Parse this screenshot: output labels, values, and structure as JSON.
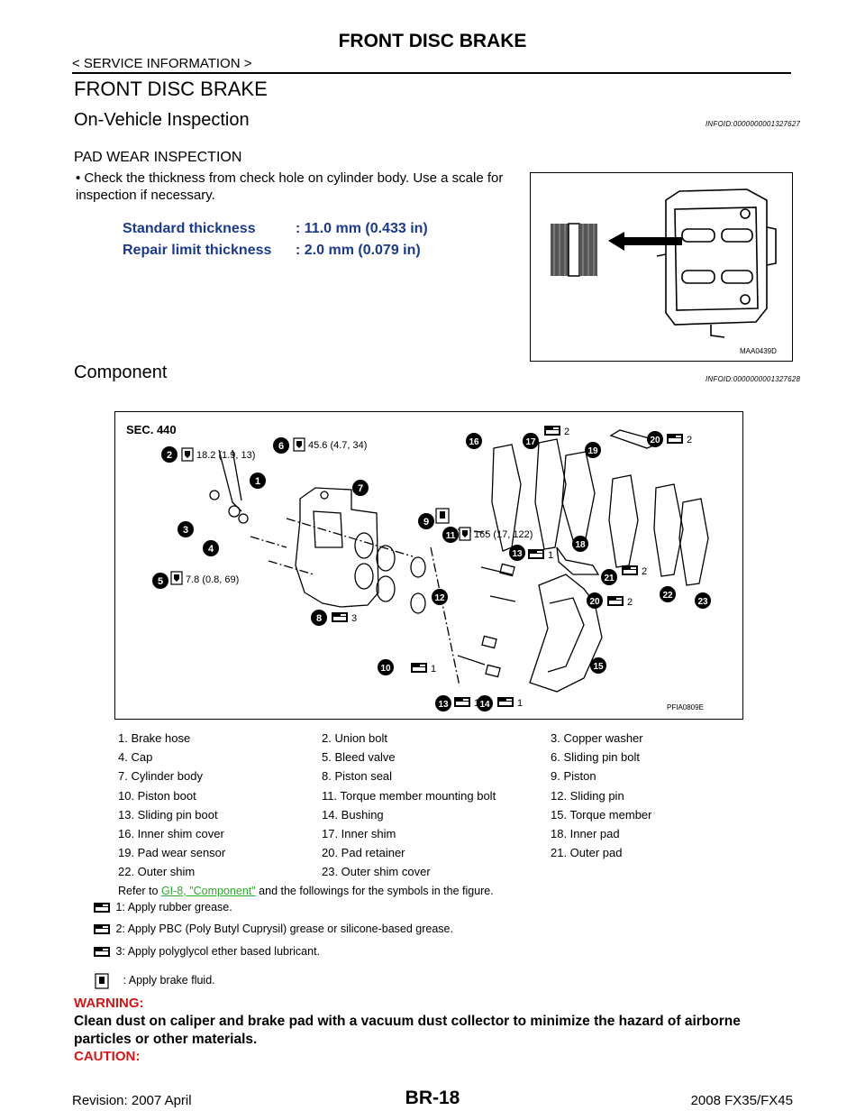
{
  "header": {
    "title": "FRONT DISC BRAKE",
    "breadcrumb": "< SERVICE INFORMATION >"
  },
  "section_title": "FRONT DISC BRAKE",
  "on_vehicle": {
    "heading": "On-Vehicle Inspection",
    "infoid": "INFOID:0000000001327627",
    "subheading": "PAD WEAR INSPECTION",
    "bullet": "• Check the thickness from check hole on cylinder body. Use a scale for inspection if necessary.",
    "spec_std_label": "Standard thickness",
    "spec_std_value": ": 11.0 mm (0.433 in)",
    "spec_rep_label": "Repair limit thickness",
    "spec_rep_value": ": 2.0 mm (0.079 in)",
    "figure_code": "MAA0439D"
  },
  "component": {
    "heading": "Component",
    "infoid": "INFOID:0000000001327628",
    "figure": {
      "sec": "SEC. 440",
      "code": "PFIA0809E",
      "torques": [
        "18.2 (1.9, 13)",
        "45.6 (4.7, 34)",
        "165 (17, 122)",
        "7.8 (0.8, 69)"
      ],
      "callouts": [
        "1",
        "2",
        "3",
        "4",
        "5",
        "6",
        "7",
        "8",
        "9",
        "10",
        "11",
        "12",
        "13",
        "14",
        "15",
        "16",
        "17",
        "18",
        "19",
        "20",
        "21",
        "22",
        "23"
      ],
      "grease_nums": [
        "1",
        "2",
        "3"
      ]
    },
    "parts": [
      "1.  Brake hose",
      "2.  Union bolt",
      "3.  Copper washer",
      "4.  Cap",
      "5.  Bleed valve",
      "6.  Sliding pin bolt",
      "7.  Cylinder body",
      "8.  Piston seal",
      "9.  Piston",
      "10. Piston boot",
      "11. Torque member mounting bolt",
      "12. Sliding pin",
      "13. Sliding pin boot",
      "14. Bushing",
      "15. Torque member",
      "16. Inner shim cover",
      "17. Inner shim",
      "18. Inner pad",
      "19. Pad wear sensor",
      "20. Pad retainer",
      "21. Outer pad",
      "22. Outer shim",
      "23. Outer shim cover"
    ],
    "refer_prefix": "Refer to ",
    "refer_link": "GI-8, \"Component\"",
    "refer_suffix": " and the followings for the symbols in the figure.",
    "legend": [
      "1: Apply rubber grease.",
      "2: Apply PBC (Poly Butyl Cuprysil) grease or silicone-based grease.",
      "3: Apply polyglycol ether based lubricant.",
      ": Apply brake fluid."
    ]
  },
  "warning_label": "WARNING:",
  "warning_text": "Clean dust on caliper and brake pad with a vacuum dust collector to minimize the hazard of airborne particles or other materials.",
  "caution_label": "CAUTION:",
  "footer": {
    "revision": "Revision: 2007 April",
    "page": "BR-18",
    "model": "2008 FX35/FX45"
  }
}
